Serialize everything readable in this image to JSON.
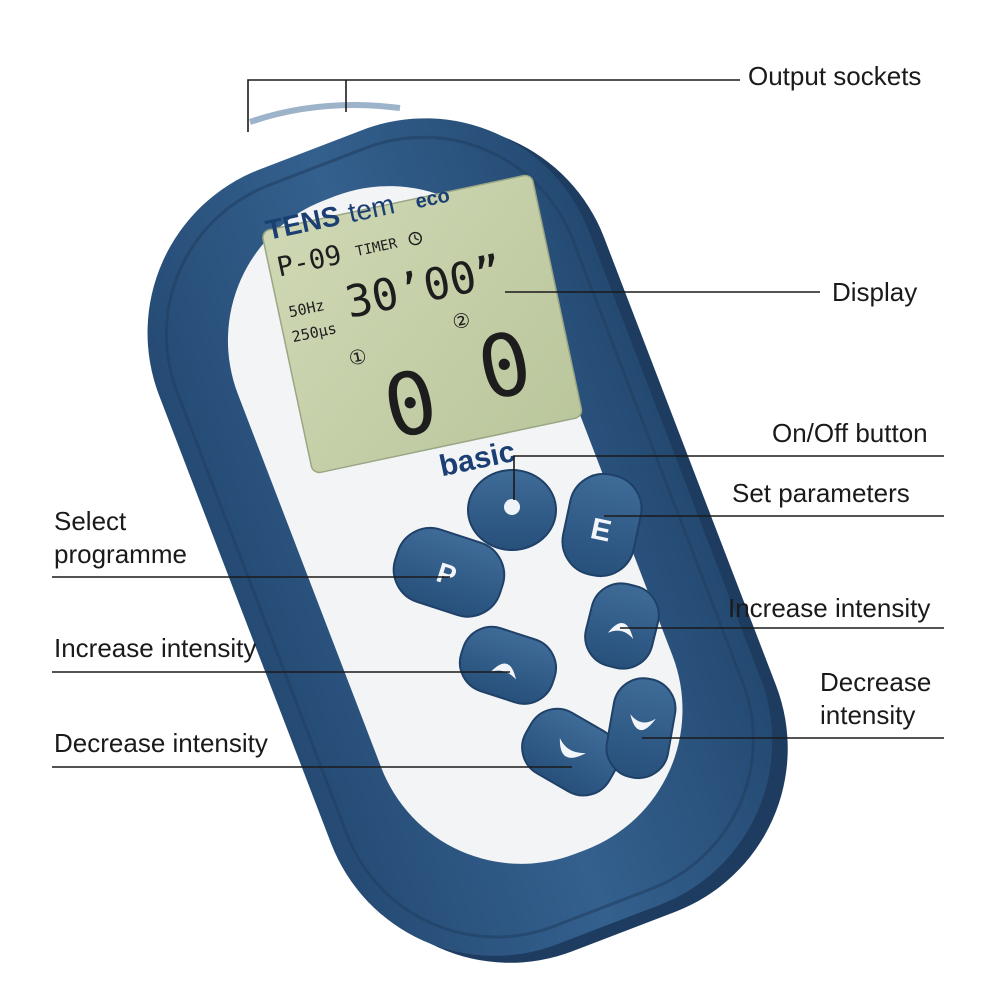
{
  "colors": {
    "housing": "#2f5a86",
    "housing_dark": "#1f3f63",
    "faceplate": "#f3f4f6",
    "lcd": "#c5cfa9",
    "brand_text": "#1b3f72"
  },
  "device": {
    "brand_main": "TENS",
    "brand_tem": "tem",
    "brand_eco": "eco",
    "model": "basic",
    "lcd": {
      "program": "P-09",
      "timer_label": "TIMER",
      "frequency": "50Hz",
      "pulse_width": "250μs",
      "time": "30’00”",
      "channel_1_marker": "①",
      "channel_2_marker": "②",
      "channel_1_level": "0",
      "channel_2_level": "0"
    },
    "buttons": {
      "program": "P",
      "set": "E"
    },
    "icons": [
      "clock-icon",
      "power-dot-icon",
      "chevron-up-icon",
      "chevron-down-icon"
    ]
  },
  "callouts": {
    "output_sockets": "Output sockets",
    "display": "Display",
    "on_off": "On/Off button",
    "set_parameters": "Set parameters",
    "select_programme_line1": "Select",
    "select_programme_line2": "programme",
    "increase_left": "Increase intensity",
    "decrease_left": "Decrease intensity",
    "increase_right": "Increase intensity",
    "decrease_right_line1": "Decrease",
    "decrease_right_line2": "intensity"
  }
}
